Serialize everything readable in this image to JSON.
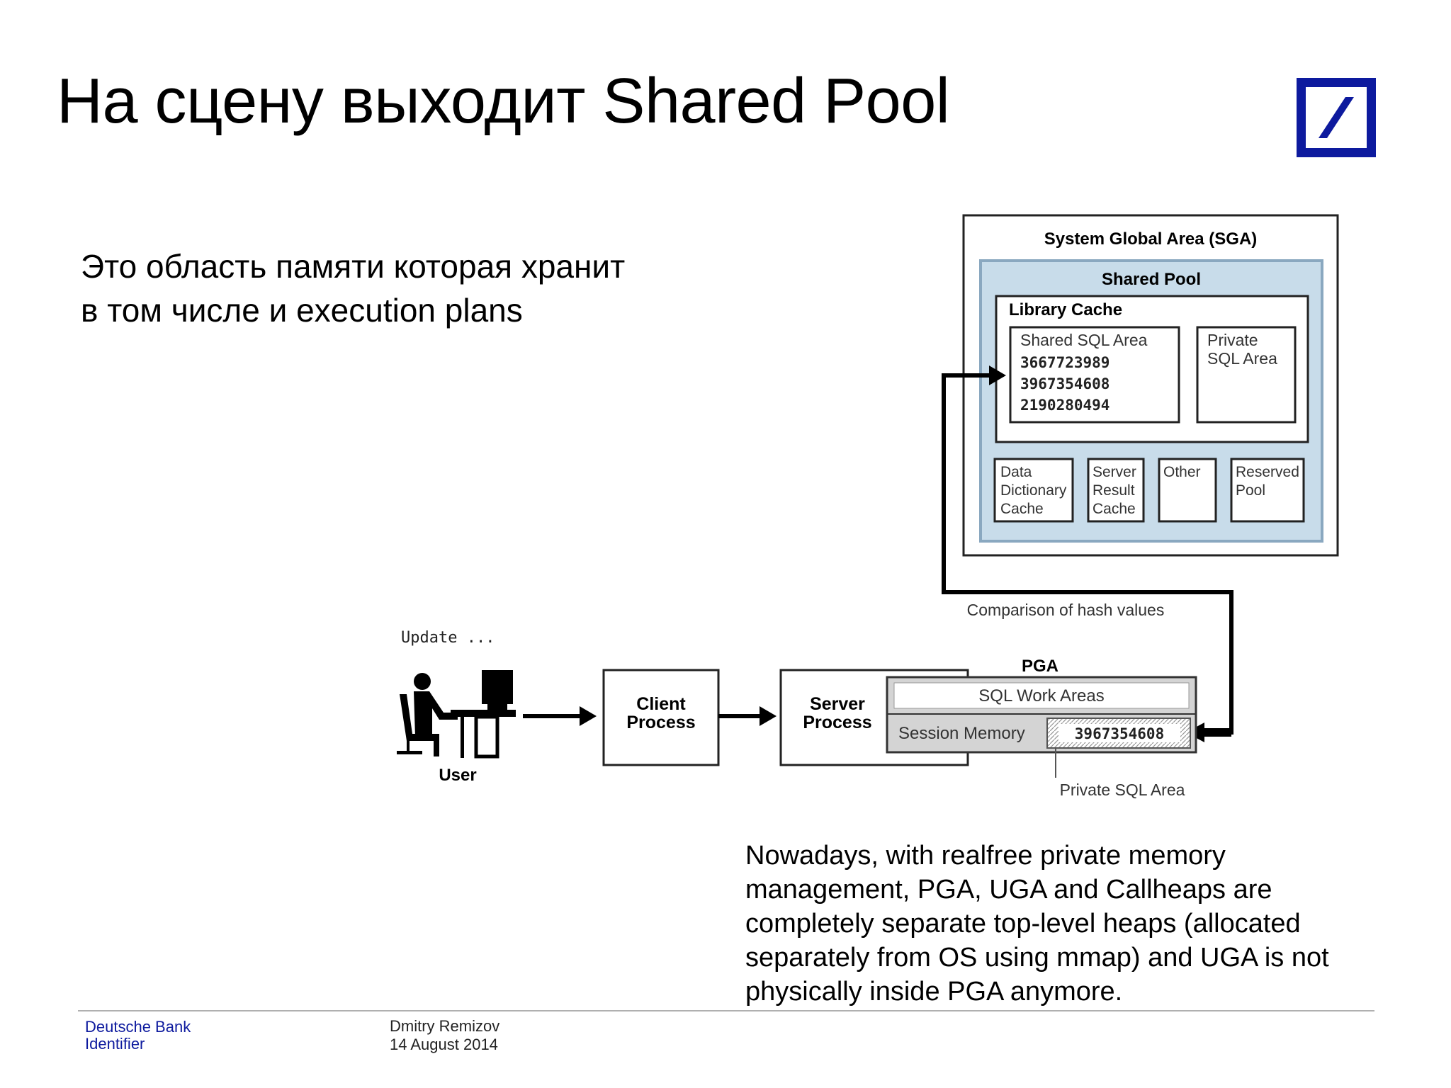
{
  "slide": {
    "title": "На сцену выходит Shared Pool",
    "intro_lines": [
      "Это область памяти которая хранит",
      "в том числе и execution plans"
    ],
    "note": "Nowadays, with realfree private memory management, PGA, UGA and Callheaps are completely separate top-level heaps (allocated separately from OS using mmap) and UGA is not physically inside PGA anymore."
  },
  "diagram": {
    "sga_title": "System Global Area (SGA)",
    "shared_pool_title": "Shared Pool",
    "library_cache_title": "Library Cache",
    "shared_sql_area": {
      "label": "Shared SQL Area",
      "hashes": [
        "3667723989",
        "3967354608",
        "2190280494"
      ]
    },
    "private_sql_area_lines": [
      "Private",
      "SQL Area"
    ],
    "data_dictionary_cache_lines": [
      "Data",
      "Dictionary",
      "Cache"
    ],
    "server_result_cache_lines": [
      "Server",
      "Result",
      "Cache"
    ],
    "other_label": "Other",
    "reserved_pool_lines": [
      "Reserved",
      "Pool"
    ],
    "comparison_label": "Comparison of hash values",
    "update_label": "Update ...",
    "user_label": "User",
    "client_process_lines": [
      "Client",
      "Process"
    ],
    "server_process_lines": [
      "Server",
      "Process"
    ],
    "pga_label": "PGA",
    "sql_work_areas_label": "SQL Work Areas",
    "session_memory_label": "Session Memory",
    "pga_hash": "3967354608",
    "private_sql_area_label": "Private SQL Area",
    "colors": {
      "shared_pool_fill": "#c8dcea",
      "pga_fill": "#d4d4d4",
      "logo_blue": "#0d1a9e"
    }
  },
  "footer": {
    "org_name": "Deutsche Bank",
    "org_sub": "Identifier",
    "author": "Dmitry Remizov",
    "date": "14 August 2014"
  }
}
